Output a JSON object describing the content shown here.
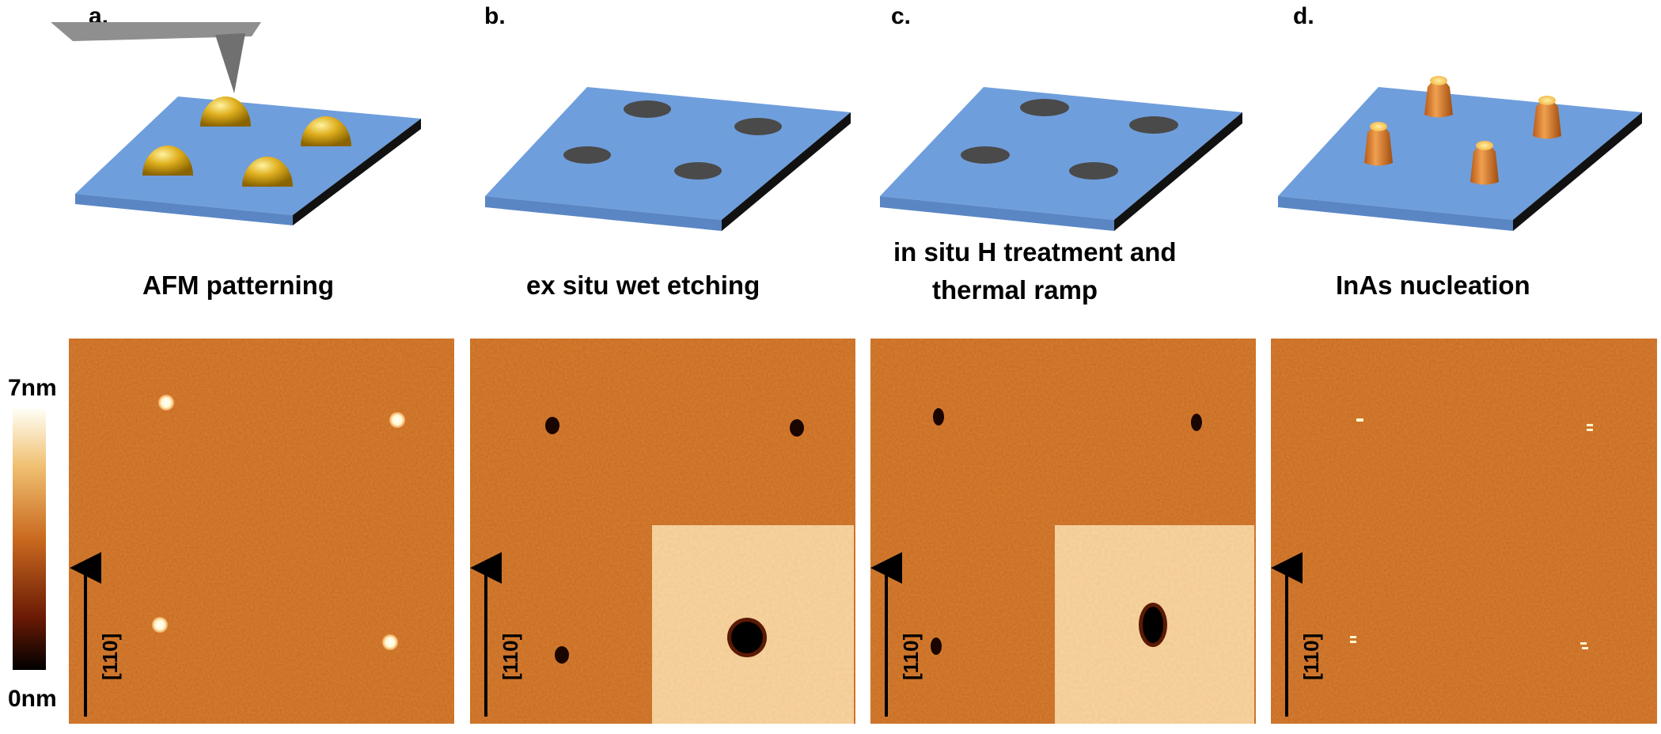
{
  "panels": [
    {
      "letter": "a.",
      "caption": [
        "AFM patterning"
      ]
    },
    {
      "letter": "b.",
      "caption": [
        "ex situ wet etching"
      ]
    },
    {
      "letter": "c.",
      "caption": [
        "in situ H treatment and",
        "thermal ramp"
      ]
    },
    {
      "letter": "d.",
      "caption": [
        "InAs nucleation"
      ]
    }
  ],
  "scale_bar": {
    "top_label": "7nm",
    "bottom_label": "0nm"
  },
  "direction_label": "[110]",
  "colors": {
    "substrate_top": "#6f9edc",
    "substrate_edge": "#5a86c4",
    "substrate_side": "#111111",
    "afm_orange": "#c9691f",
    "gold_dot": "#e0b020",
    "etched_hole": "#4a4a4a",
    "inas_dot": "#e8903a"
  }
}
